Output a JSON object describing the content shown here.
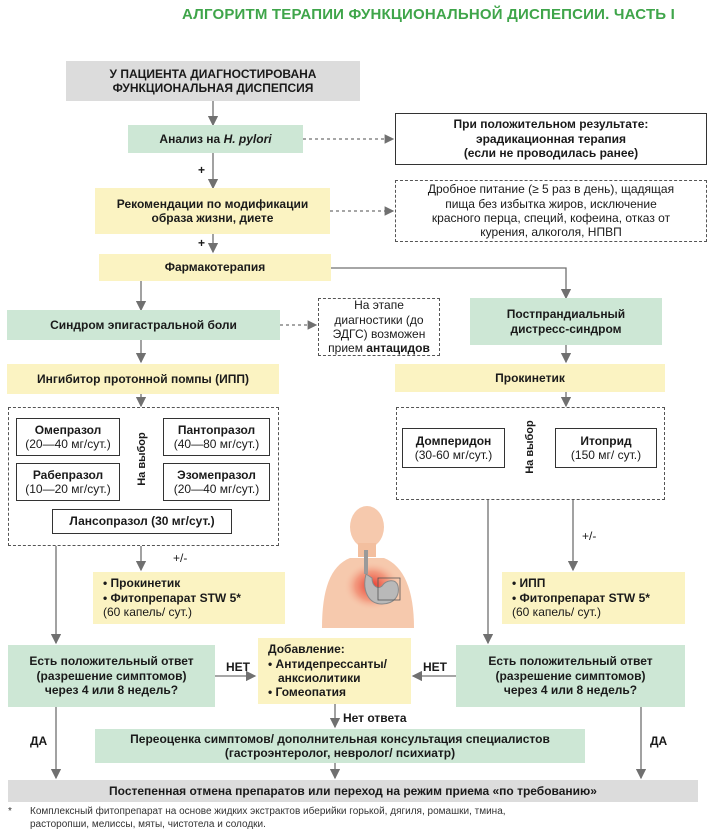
{
  "title": "АЛГОРИТМ ТЕРАПИИ ФУНКЦИОНАЛЬНОЙ ДИСПЕПСИИ. ЧАСТЬ I",
  "nodes": {
    "diagnosis_line1": "У ПАЦИЕНТА ДИАГНОСТИРОВАНА",
    "diagnosis_line2": "ФУНКЦИОНАЛЬНАЯ ДИСПЕПСИЯ",
    "hpylori_prefix": "Анализ на ",
    "hpylori_italic": "H. pylori",
    "positive_line1": "При положительном результате:",
    "positive_line2": "эрадикационная терапия",
    "positive_line3": "(если не проводилась ранее)",
    "lifestyle_line1": "Рекомендации по модификации",
    "lifestyle_line2": "образа жизни, диете",
    "diet_line1": "Дробное питание (≥ 5 раз в день), щадящая",
    "diet_line2": "пища без избытка жиров, исключение",
    "diet_line3": "красного перца, специй, кофеина, отказ от",
    "diet_line4": "курения, алкоголя, НПВП",
    "pharmacotherapy": "Фармакотерапия",
    "epigastric": "Синдром эпигастральной боли",
    "antacid_line1": "На этапе",
    "antacid_line2": "диагностики (до",
    "antacid_line3": "ЭДГС) возможен",
    "antacid_line4_prefix": "прием ",
    "antacid_line4_bold": "антацидов",
    "postprandial_line1": "Постпрандиальный",
    "postprandial_line2": "дистресс-синдром",
    "ppi": "Ингибитор протонной помпы (ИПП)",
    "prokinetic": "Прокинетик",
    "choice_label_left": "На выбор",
    "choice_label_right": "На выбор",
    "omeprazole_name": "Омепразол",
    "omeprazole_dose": "(20—40 мг/сут.)",
    "pantoprazole_name": "Пантопразол",
    "pantoprazole_dose": "(40—80 мг/сут.)",
    "rabeprazole_name": "Рабепразол",
    "rabeprazole_dose": "(10—20 мг/сут.)",
    "esomeprazole_name": "Эзомепразол",
    "esomeprazole_dose": "(20—40 мг/сут.)",
    "lansoprazole": "Лансопразол (30 мг/сут.)",
    "domperidone_name": "Домперидон",
    "domperidone_dose": "(30-60 мг/сут.)",
    "itopride_name": "Итоприд",
    "itopride_dose": "(150 мг/ сут.)",
    "left_add_item1": "• Прокинетик",
    "left_add_item2": "• Фитопрепарат STW 5*",
    "left_add_item3": "(60 капель/ сут.)",
    "right_add_item1": "• ИПП",
    "right_add_item2": "• Фитопрепарат STW 5*",
    "right_add_item3": "(60 капель/ сут.)",
    "response_left_line1": "Есть положительный ответ",
    "response_left_line2": "(разрешение симптомов)",
    "response_left_line3": "через 4 или 8 недель?",
    "response_right_line1": "Есть положительный ответ",
    "response_right_line2": "(разрешение симптомов)",
    "response_right_line3": "через 4 или 8 недель?",
    "addition_title": "Добавление:",
    "addition_item1": "• Антидепрессанты/",
    "addition_item2": "анксиолитики",
    "addition_item3": "• Гомеопатия",
    "reassess_line1": "Переоценка симптомов/ дополнительная консультация специалистов",
    "reassess_line2": "(гастроэнтеролог, невролог/ психиатр)",
    "taper": "Постепенная отмена препаратов или переход на режим приема «по требованию»"
  },
  "edge_labels": {
    "plus_1": "+",
    "plus_2": "+",
    "plus_minus_left": "+/-",
    "plus_minus_right": "+/-",
    "no_left": "НЕТ",
    "no_right": "НЕТ",
    "no_answer": "Нет ответа",
    "yes_left": "ДА",
    "yes_right": "ДА"
  },
  "footnote": {
    "marker": "*",
    "line1": "Комплексный фитопрепарат на основе жидких экстрактов иберийки горькой, дягиля, ромашки, тмина,",
    "line2": "расторопши, мелиссы, мяты, чистотела и солодки."
  },
  "colors": {
    "title_green": "#3fa54a",
    "box_green": "#cde7d5",
    "box_yellow": "#fbf3c2",
    "box_gray": "#dcdcdc",
    "arrow_gray": "#707070"
  },
  "illustration": "stomach-torso-illustration"
}
